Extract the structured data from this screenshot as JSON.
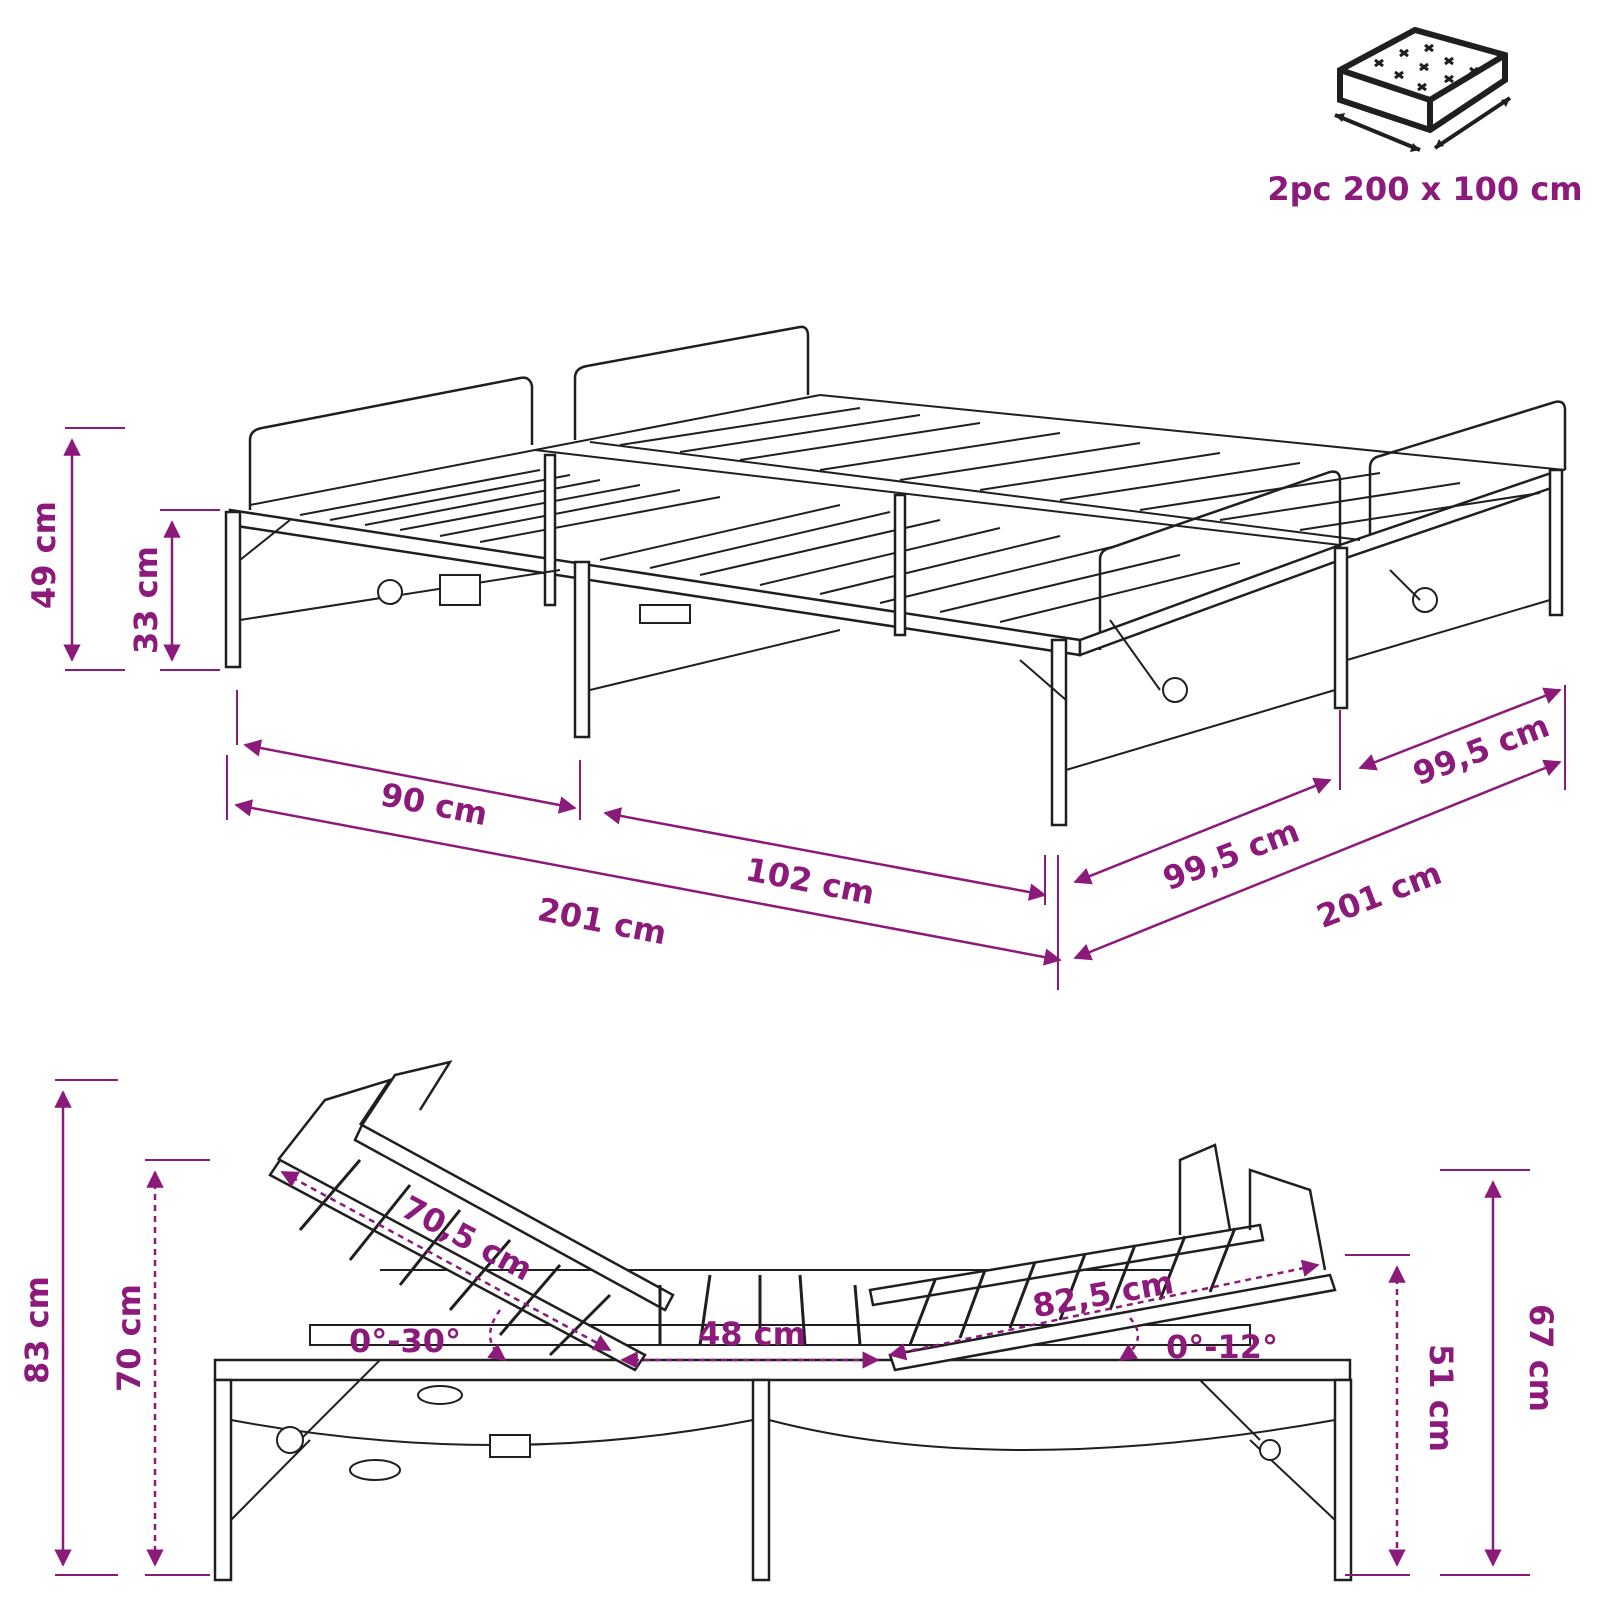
{
  "mattress_badge": {
    "label": "2pc 200 x 100 cm",
    "icon": "mattress-icon"
  },
  "top_view": {
    "dimensions": {
      "total_height": "49 cm",
      "frame_height": "33 cm",
      "head_section": "90 cm",
      "mid_section": "102 cm",
      "total_length": "201 cm",
      "single_width_front": "99,5 cm",
      "single_width_back": "99,5 cm",
      "total_width": "201 cm"
    }
  },
  "side_view": {
    "dimensions": {
      "max_height_head": "83 cm",
      "head_height": "70 cm",
      "back_rest_length": "70,5 cm",
      "head_angle": "0°-30°",
      "center_section": "48 cm",
      "leg_rest_length": "82,5 cm",
      "foot_angle": "0°-12°",
      "foot_height": "51 cm",
      "max_height_foot": "67 cm"
    }
  },
  "colors": {
    "accent": "#8b1a7a",
    "line": "#1f1f1f",
    "background": "#ffffff"
  }
}
